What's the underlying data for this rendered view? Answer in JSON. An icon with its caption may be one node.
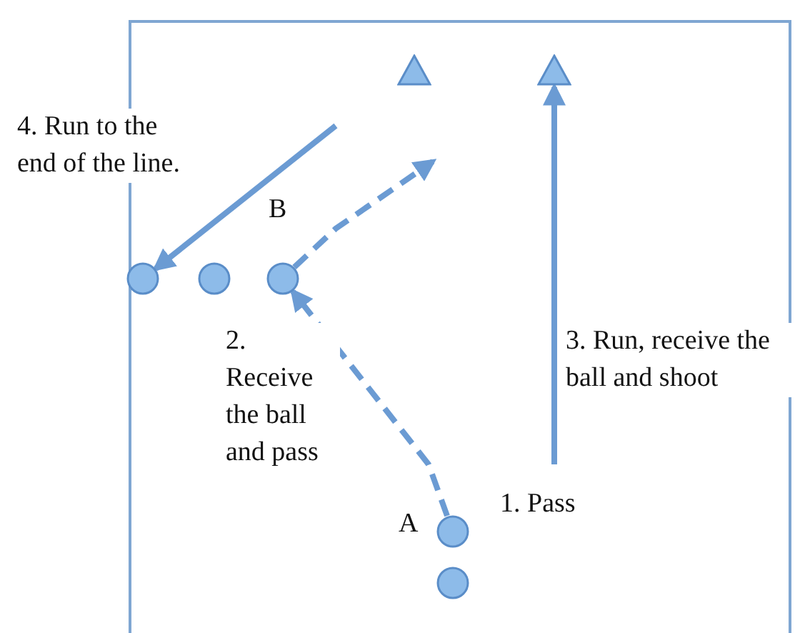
{
  "diagram": {
    "nodes": [
      {
        "text": [],
        "shape": "triangle"
      },
      {
        "text": [],
        "shape": "triangle"
      },
      {
        "text": [],
        "shape": "circle"
      },
      {
        "text": [],
        "shape": "circle"
      },
      {
        "text": [],
        "shape": "circle",
        "beside": [
          "B"
        ]
      },
      {
        "text": [],
        "shape": "circle",
        "beside": [
          "A"
        ]
      },
      {
        "text": [],
        "shape": "circle"
      }
    ],
    "edges": [
      {
        "from": 5,
        "to": 4,
        "arrow": "to",
        "style": "dashed"
      },
      {
        "from": 4,
        "to": null,
        "arrow": "to",
        "style": "dashed"
      },
      {
        "from": null,
        "to": 1,
        "arrow": "to"
      },
      {
        "from": null,
        "to": 2,
        "arrow": "to"
      }
    ],
    "labels": [
      "4. Run to the end of the line.",
      "2. Receive the ball and pass",
      "3. Run, receive the ball and shoot",
      "1. Pass"
    ]
  }
}
